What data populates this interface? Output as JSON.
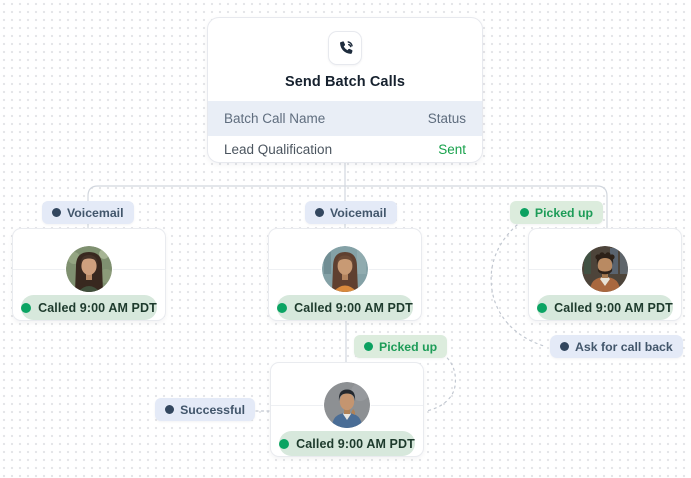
{
  "colors": {
    "accent_green": "#18a24c",
    "green_dot": "#0ba463",
    "green_badge_bg": "#dcecdd",
    "green_pill_bg": "#d7e8dc",
    "lavender_badge_bg": "#e4eaf7",
    "navy_dot": "#33475f",
    "table_header_bg": "#e9eef6",
    "wire_gray": "#d3d8df"
  },
  "root_card": {
    "icon": "phone-volume-icon",
    "title": "Send Batch Calls",
    "table": {
      "col_name": "Batch Call Name",
      "col_status": "Status",
      "row_name": "Lead Qualification",
      "row_status": "Sent"
    }
  },
  "nodes": {
    "left": {
      "status": "Voicemail",
      "call": "Called 9:00 AM PDT",
      "avatar": "woman-long-dark-hair"
    },
    "middle": {
      "status": "Voicemail",
      "call": "Called 9:00 AM PDT",
      "avatar": "woman-brown-hair-orange-top"
    },
    "right": {
      "status": "Picked up",
      "call": "Called 9:00 AM PDT",
      "followup": "Ask for call back",
      "avatar": "man-curly-hair-rust-jacket"
    },
    "bottom": {
      "status": "Picked up",
      "call": "Called 9:00 AM PDT",
      "outcome": "Successful",
      "avatar": "man-dark-hair-denim-shirt"
    }
  }
}
